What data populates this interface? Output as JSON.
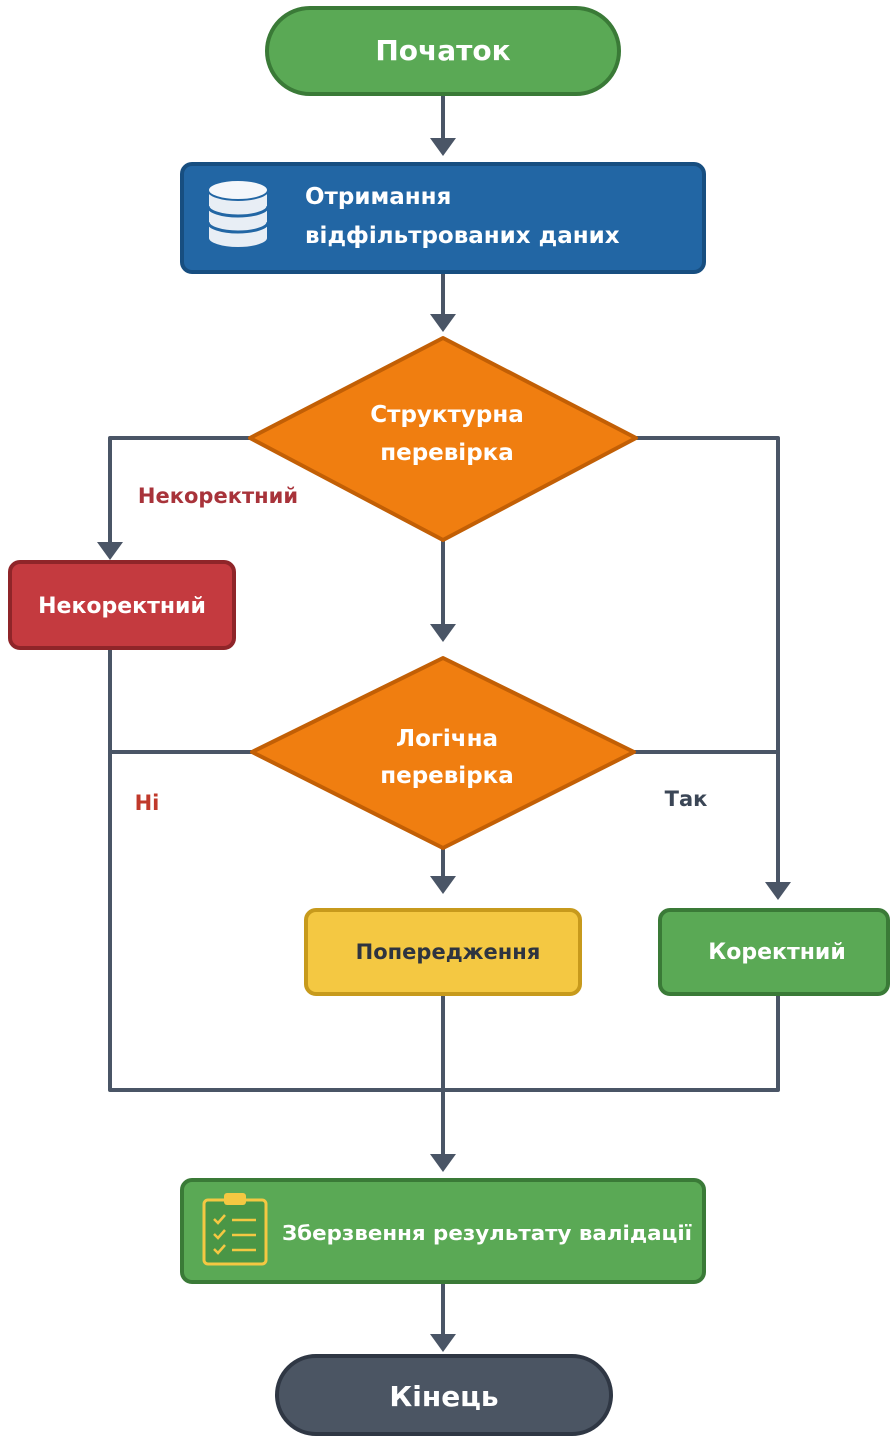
{
  "nodes": {
    "start": {
      "label": "Початок",
      "shape": "terminator",
      "color": "#5aa955",
      "border": "#3a7a37"
    },
    "fetch": {
      "label_line1": "Отримання",
      "label_line2": "відфільтрованих даних",
      "shape": "process",
      "icon": "database-icon",
      "color": "#2266a4",
      "border": "#174e80"
    },
    "structural_check": {
      "label_line1": "Структурна",
      "label_line2": "перевірка",
      "shape": "decision",
      "color": "#f07e10",
      "border": "#c25f05"
    },
    "invalid": {
      "label": "Некоректний",
      "shape": "process",
      "color": "#c43a3f",
      "border": "#8f2529"
    },
    "logical_check": {
      "label_line1": "Логічна",
      "label_line2": "перевірка",
      "shape": "decision",
      "color": "#f07e10",
      "border": "#c25f05"
    },
    "warning": {
      "label": "Попередження",
      "shape": "process",
      "color": "#f4c842",
      "border": "#c79a1c"
    },
    "valid": {
      "label": "Коректний",
      "shape": "process",
      "color": "#5aa955",
      "border": "#3a7a37"
    },
    "save": {
      "label": "Зберзвення результату валідації",
      "shape": "process",
      "icon": "clipboard-checklist-icon",
      "color": "#5aa955",
      "border": "#3a7a37"
    },
    "end": {
      "label": "Кінець",
      "shape": "terminator",
      "color": "#4b5563",
      "border": "#2f3744"
    }
  },
  "edge_labels": {
    "invalid_branch": {
      "text": "Некоректний",
      "color": "#a8333a"
    },
    "no_branch": {
      "text": "Ні",
      "color": "#c0392b"
    },
    "yes_branch": {
      "text": "Так",
      "color": "#3b4656"
    }
  },
  "edge_color": "#4a5566"
}
